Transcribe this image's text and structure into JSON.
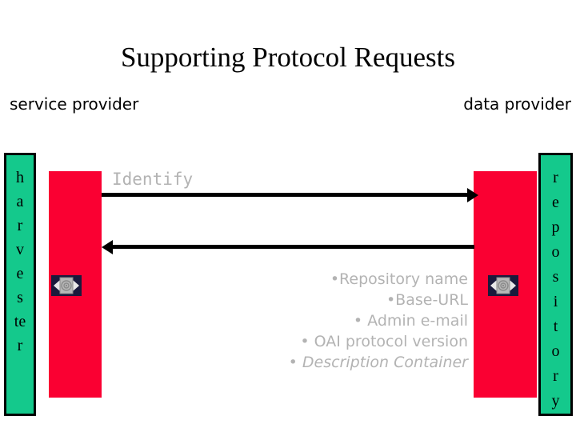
{
  "slide": {
    "title": "Supporting Protocol Requests",
    "captions": {
      "left": "service provider",
      "right": "data provider"
    },
    "left_actor": {
      "name": "harvester",
      "letters": [
        "h",
        "a",
        "r",
        "v",
        "e",
        "s",
        "te",
        "r"
      ],
      "icon": "server-icon"
    },
    "right_actor": {
      "name": "repository",
      "letters": [
        "r",
        "e",
        "p",
        "o",
        "s",
        "i",
        "t",
        "o",
        "r",
        "y"
      ],
      "icon": "server-icon"
    },
    "request": {
      "label": "Identify",
      "direction": "left-to-right",
      "arrow": "arrow-right-icon"
    },
    "response": {
      "direction": "right-to-left",
      "arrow": "arrow-left-icon",
      "items": [
        "•Repository name",
        "•Base-URL",
        "• Admin e-mail",
        "• OAI protocol version",
        "• Description Container"
      ]
    },
    "colors": {
      "red_block": "#fa0032",
      "teal_bar": "#14c98c",
      "arrow": "#000000",
      "label_gray": "#b3b3b3",
      "icon_background": "#1a1a3c",
      "background": "#ffffff"
    }
  }
}
